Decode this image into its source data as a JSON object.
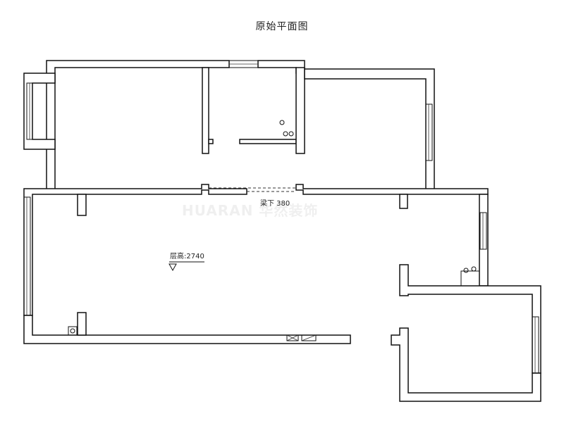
{
  "title": "原始平面图",
  "annotations": {
    "beam": "梁下 380",
    "floor_height": "层高:2740"
  },
  "watermark": "HUARAN 华然装饰",
  "colors": {
    "line": "#111111",
    "background": "#ffffff"
  }
}
